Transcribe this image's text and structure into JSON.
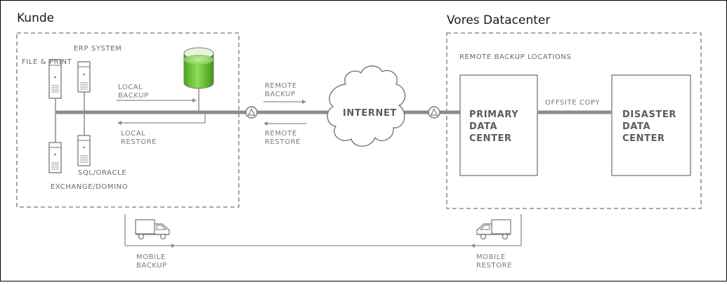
{
  "customer": {
    "title": "Kunde",
    "file_print": "FILE & PRINT",
    "erp": "ERP SYSTEM",
    "local_backup": [
      "LOCAL",
      "BACKUP"
    ],
    "local_restore": [
      "LOCAL",
      "RESTORE"
    ],
    "sql": "SQL/ORACLE",
    "exchange": "EXCHANGE/DOMINO"
  },
  "network": {
    "remote_backup": [
      "REMOTE",
      "BACKUP"
    ],
    "remote_restore": [
      "REMOTE",
      "RESTORE"
    ],
    "internet": "INTERNET"
  },
  "datacenter": {
    "title": "Vores Datacenter",
    "remote_locations": "REMOTE BACKUP LOCATIONS",
    "primary": [
      "PRIMARY",
      "DATA",
      "CENTER"
    ],
    "offsite_copy": "OFFSITE COPY",
    "disaster": [
      "DISASTER",
      "DATA",
      "CENTER"
    ]
  },
  "mobile": {
    "backup": [
      "MOBILE",
      "BACKUP"
    ],
    "restore": [
      "MOBILE",
      "RESTORE"
    ]
  },
  "colors": {
    "line": "#8c8c8c",
    "dash": "#777777",
    "database_green": "#5cbf2a"
  }
}
